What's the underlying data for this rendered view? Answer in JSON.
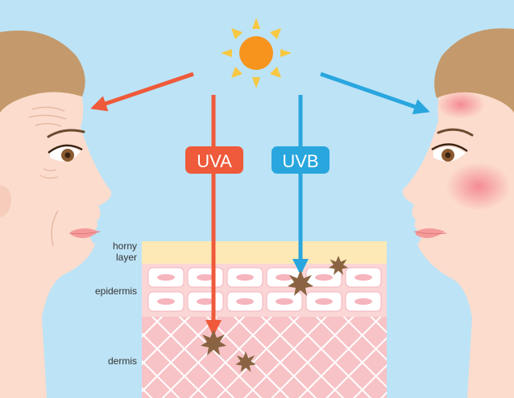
{
  "labels": {
    "uva": "UVA",
    "uvb": "UVB",
    "horny_layer_line1": "horny",
    "horny_layer_line2": "layer",
    "epidermis": "epidermis",
    "dermis": "dermis"
  },
  "colors": {
    "sky": "#bde3f6",
    "sun": "#f7941d",
    "uva": "#ee5a3a",
    "uvb": "#29a6de",
    "skin": "#fcdccd",
    "hair": "#c49a6c",
    "horny": "#fde9b6",
    "epidermis_bg": "#fbd6d6",
    "cell": "#f6b4bc",
    "dermis_bg": "#f7c3c7",
    "spot": "#8a6442"
  },
  "icons": [
    "sun-icon",
    "spot-icon"
  ]
}
